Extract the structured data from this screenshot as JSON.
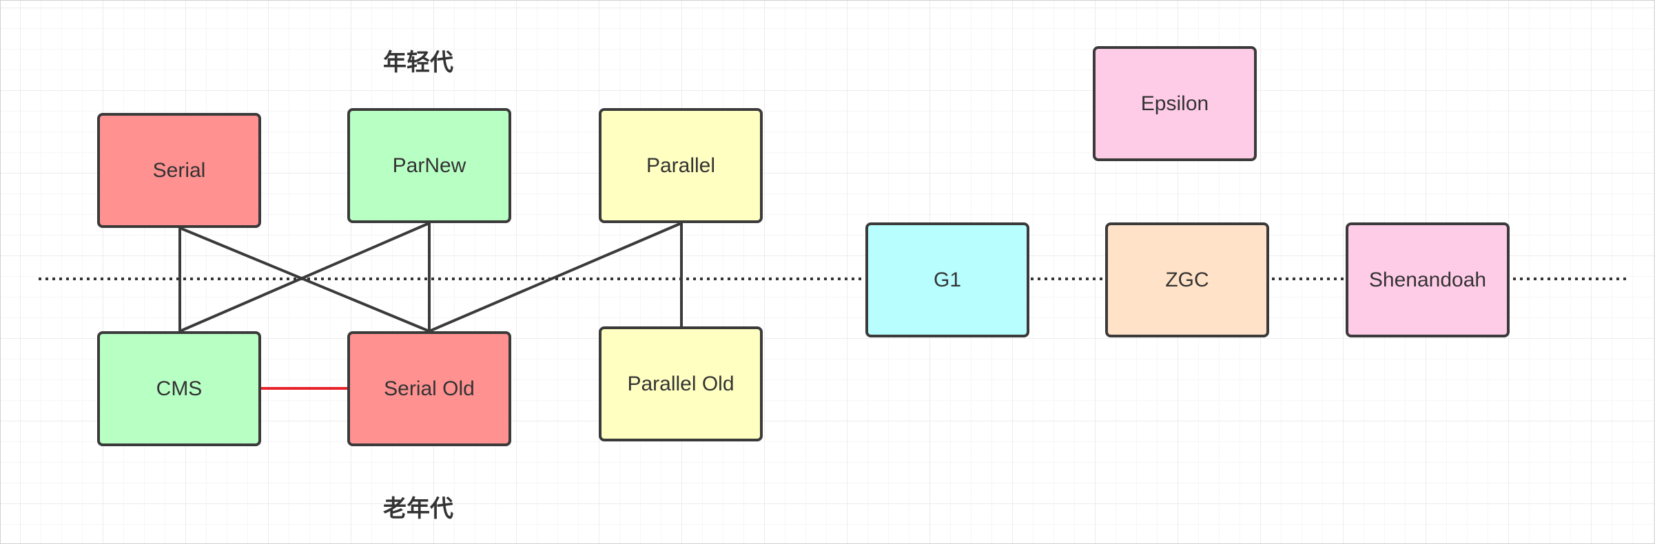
{
  "labels": {
    "young_gen": "年轻代",
    "old_gen": "老年代"
  },
  "nodes": {
    "serial": {
      "label": "Serial",
      "color": "#ff9191"
    },
    "parnew": {
      "label": "ParNew",
      "color": "#b8ffc4"
    },
    "parallel": {
      "label": "Parallel",
      "color": "#ffffc2"
    },
    "epsilon": {
      "label": "Epsilon",
      "color": "#ffcce8"
    },
    "cms": {
      "label": "CMS",
      "color": "#b8ffc4"
    },
    "serial_old": {
      "label": "Serial Old",
      "color": "#ff9191"
    },
    "parallel_old": {
      "label": "Parallel Old",
      "color": "#ffffc2"
    },
    "g1": {
      "label": "G1",
      "color": "#b8feff"
    },
    "zgc": {
      "label": "ZGC",
      "color": "#ffe2c7"
    },
    "shenandoah": {
      "label": "Shenandoah",
      "color": "#ffcce8"
    }
  },
  "colors": {
    "connector": "#3a3a3a",
    "highlight_connector": "#e8212a",
    "divider": "#333333"
  }
}
